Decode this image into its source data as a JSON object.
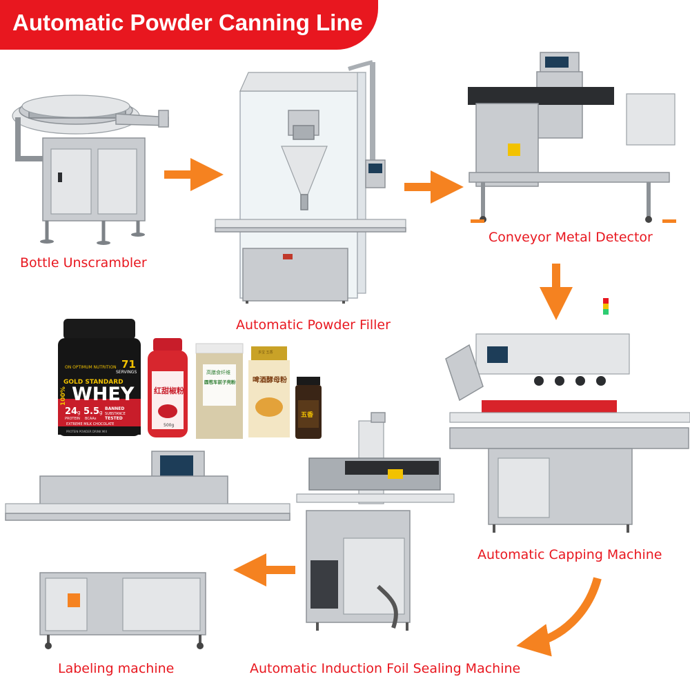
{
  "title": "Automatic Powder Canning Line",
  "colors": {
    "accent": "#e8171f",
    "arrow": "#f58220",
    "steel": "#c9ccd0"
  },
  "machines": [
    {
      "id": "unscrambler",
      "label": "Bottle Unscrambler"
    },
    {
      "id": "filler",
      "label": "Automatic Powder Filler"
    },
    {
      "id": "detector",
      "label": "Conveyor Metal Detector"
    },
    {
      "id": "capper",
      "label": "Automatic Capping Machine"
    },
    {
      "id": "sealer",
      "label": "Automatic Induction Foil Sealing Machine"
    },
    {
      "id": "labeler",
      "label": "Labeling machine"
    }
  ],
  "products": {
    "whey": {
      "brand": "ON OPTIMUM NUTRITION",
      "servings_num": "71",
      "servings_label": "SERVINGS",
      "gold": "GOLD STANDARD",
      "pct": "100%",
      "name": "WHEY",
      "stat1_num": "24",
      "stat1_unit": "g",
      "stat1_label": "PROTEIN",
      "stat2_num": "5.5",
      "stat2_unit": "g",
      "stat2_label": "BCAAs",
      "banned1": "BANNED",
      "banned2": "SUBSTANCE",
      "banned3": "TESTED",
      "flavor": "EXTREME MILK CHOCOLATE",
      "footer": "PROTEIN POWDER DRINK MIX"
    },
    "pepper": {
      "name": "红甜椒粉",
      "weight": "500g"
    },
    "fiber": {
      "name1": "高膳食纤维",
      "name2": "圆苞车前子壳粉"
    },
    "yeast": {
      "top": "多宝 五香",
      "name": "啤酒酵母粉"
    },
    "spice": {
      "name": "五香"
    }
  }
}
